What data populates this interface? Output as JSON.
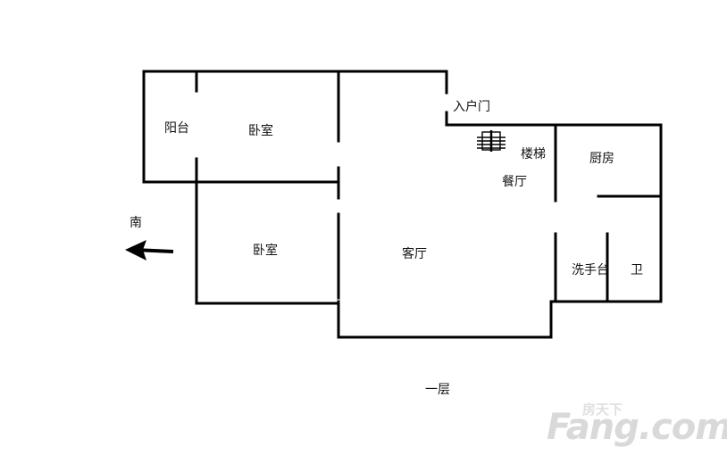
{
  "rooms": {
    "balcony": "阳台",
    "bedroom_top": "卧室",
    "bedroom_bottom": "卧室",
    "entrance": "入户门",
    "stairs": "楼梯",
    "dining": "餐厅",
    "kitchen": "厨房",
    "living": "客厅",
    "washbasin": "洗手台",
    "bathroom": "卫"
  },
  "direction": "南",
  "floor": "一层",
  "watermark": {
    "brand": "Fang.com",
    "cn": "房天下"
  }
}
